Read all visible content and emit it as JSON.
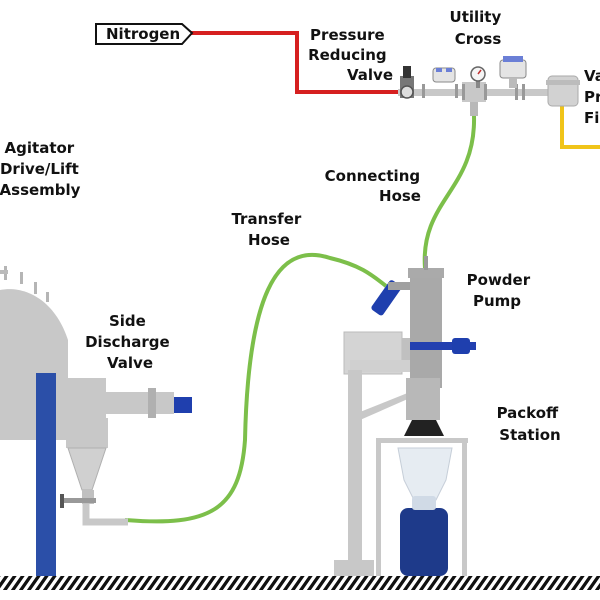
{
  "labels": {
    "nitrogen": "Nitrogen",
    "pressure_reducing_valve": [
      "Pressure",
      "Reducing",
      "Valve"
    ],
    "utility_cross": [
      "Utility",
      "Cross"
    ],
    "vacuum_filter_partial": [
      "Va",
      "Pr",
      "Fi"
    ],
    "agitator": [
      "Agitator",
      "Drive/Lift",
      "Assembly"
    ],
    "connecting_hose": [
      "Connecting",
      "Hose"
    ],
    "transfer_hose": [
      "Transfer",
      "Hose"
    ],
    "powder_pump": [
      "Powder",
      "Pump"
    ],
    "side_discharge_valve": [
      "Side",
      "Discharge",
      "Valve"
    ],
    "packoff_station": [
      "Packoff",
      "Station"
    ]
  },
  "colors": {
    "nitrogen_line": "#d62020",
    "vacuum_line": "#f0c419",
    "hose": "#7cbf4a",
    "equipment_gray": "#c8c8c8",
    "equipment_dark": "#a9a9a9",
    "valve_blue": "#1f3fae",
    "post_blue": "#2b4fa8",
    "drum_blue": "#1e3a8a",
    "floor": "#111111"
  }
}
